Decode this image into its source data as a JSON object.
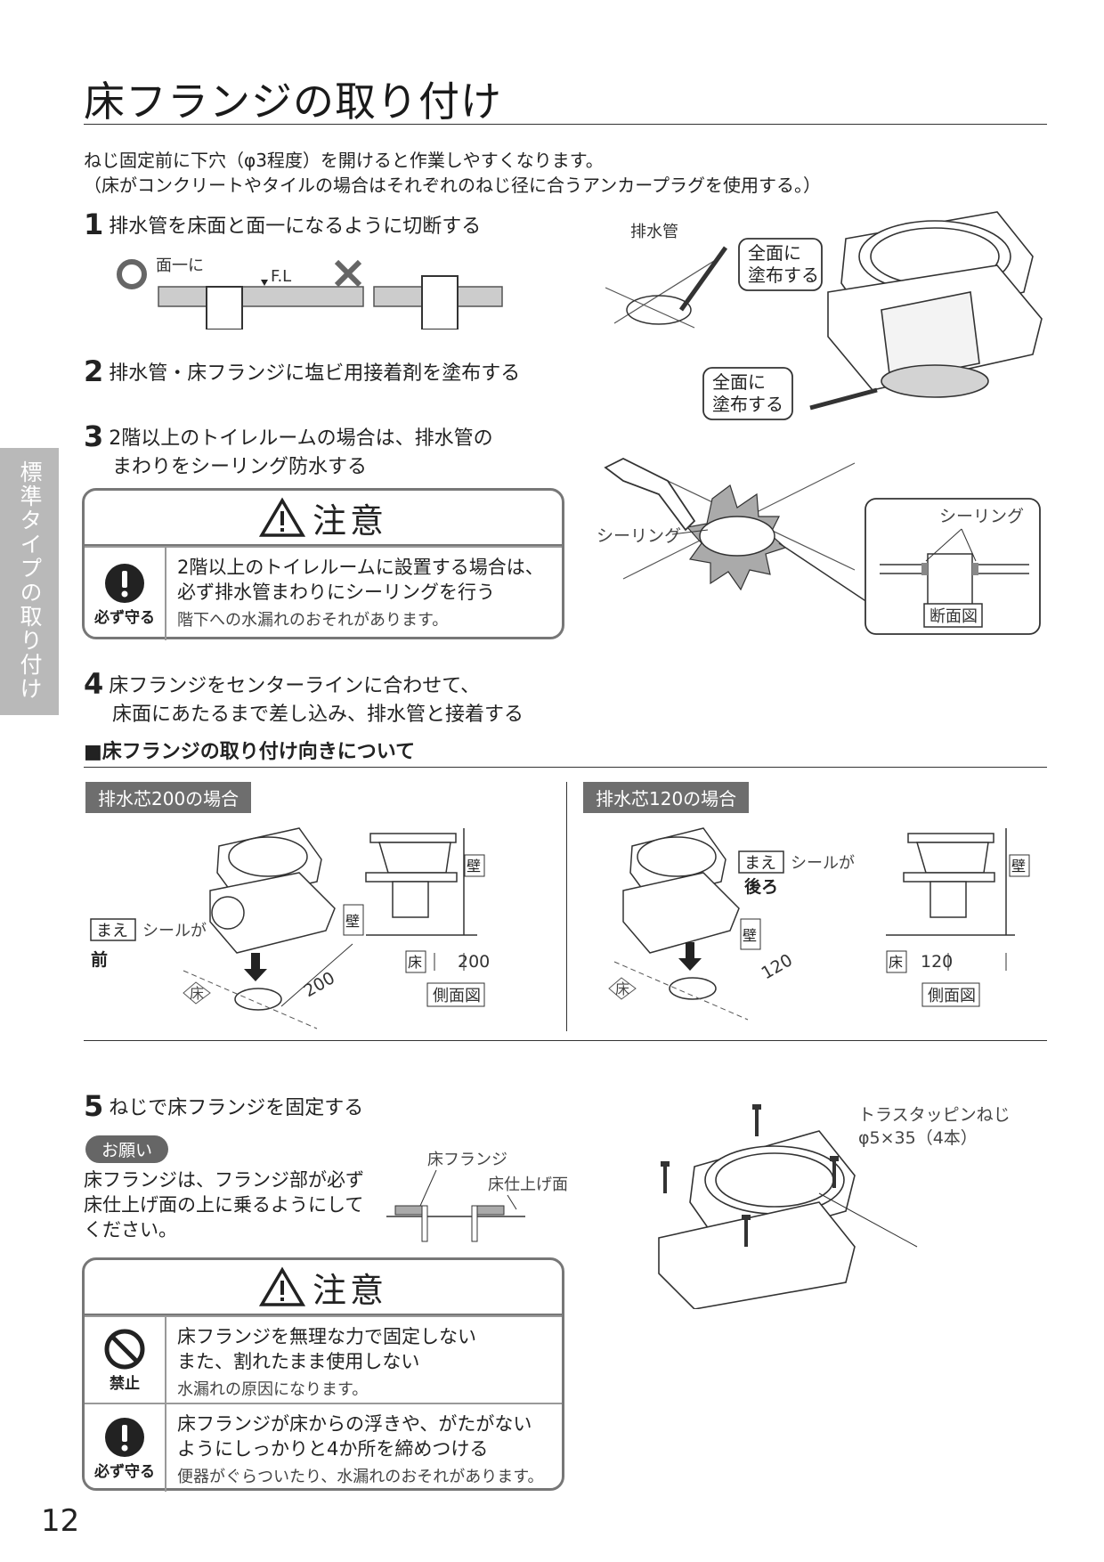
{
  "page": {
    "title": "床フランジの取り付け",
    "intro_line1": "ねじ固定前に下穴（φ3程度）を開けると作業しやすくなります。",
    "intro_line2": "（床がコンクリートやタイルの場合はそれぞれのねじ径に合うアンカープラグを使用する。）",
    "side_tab": "標準タイプの取り付け",
    "page_number": "12"
  },
  "steps": {
    "s1": {
      "num": "1",
      "text": "排水管を床面と面一になるように切断する"
    },
    "s2": {
      "num": "2",
      "text": "排水管・床フランジに塩ビ用接着剤を塗布する"
    },
    "s3": {
      "num": "3",
      "line1": "2階以上のトイレルームの場合は、排水管の",
      "line2": "まわりをシーリング防水する"
    },
    "s4": {
      "num": "4",
      "line1": "床フランジをセンターラインに合わせて、",
      "line2": "床面にあたるまで差し込み、排水管と接着する"
    },
    "s5": {
      "num": "5",
      "text": "ねじで床フランジを固定する"
    }
  },
  "fig1": {
    "ok_label": "面一に",
    "fl_label": "F.L",
    "pipe_label": "排水管",
    "callout_top_l1": "全面に",
    "callout_top_l2": "塗布する",
    "callout_bottom_l1": "全面に",
    "callout_bottom_l2": "塗布する"
  },
  "fig3": {
    "sealing_left": "シーリング",
    "sealing_detail": "シーリング",
    "section_label": "断面図"
  },
  "caution1": {
    "heading": "注意",
    "icon_label": "必ず守る",
    "main_l1": "2階以上のトイレルームに設置する場合は、",
    "main_l2": "必ず排水管まわりにシーリングを行う",
    "sub": "階下への水漏れのおそれがあります。"
  },
  "orientation": {
    "heading": "■床フランジの取り付け向きについて",
    "left_tag": "排水芯200の場合",
    "right_tag": "排水芯120の場合",
    "mae": "まえ",
    "seal_ga": "シールが",
    "front": "前",
    "back": "後ろ",
    "floor": "床",
    "wall": "壁",
    "dim200": "200",
    "dim120": "120",
    "side_view": "側面図"
  },
  "onegai": {
    "tag": "お願い",
    "l1": "床フランジは、フランジ部が必ず",
    "l2": "床仕上げ面の上に乗るようにして",
    "l3": "ください。",
    "fig_flange": "床フランジ",
    "fig_surface": "床仕上げ面"
  },
  "screw": {
    "l1": "トラスタッピンねじ",
    "l2": "φ5×35（4本）"
  },
  "caution2": {
    "heading": "注意",
    "row1_icon": "禁止",
    "row1_l1": "床フランジを無理な力で固定しない",
    "row1_l2": "また、割れたまま使用しない",
    "row1_sub": "水漏れの原因になります。",
    "row2_icon": "必ず守る",
    "row2_l1": "床フランジが床からの浮きや、がたがない",
    "row2_l2": "ようにしっかりと4か所を締めつける",
    "row2_sub": "便器がぐらついたり、水漏れのおそれがあります。"
  }
}
